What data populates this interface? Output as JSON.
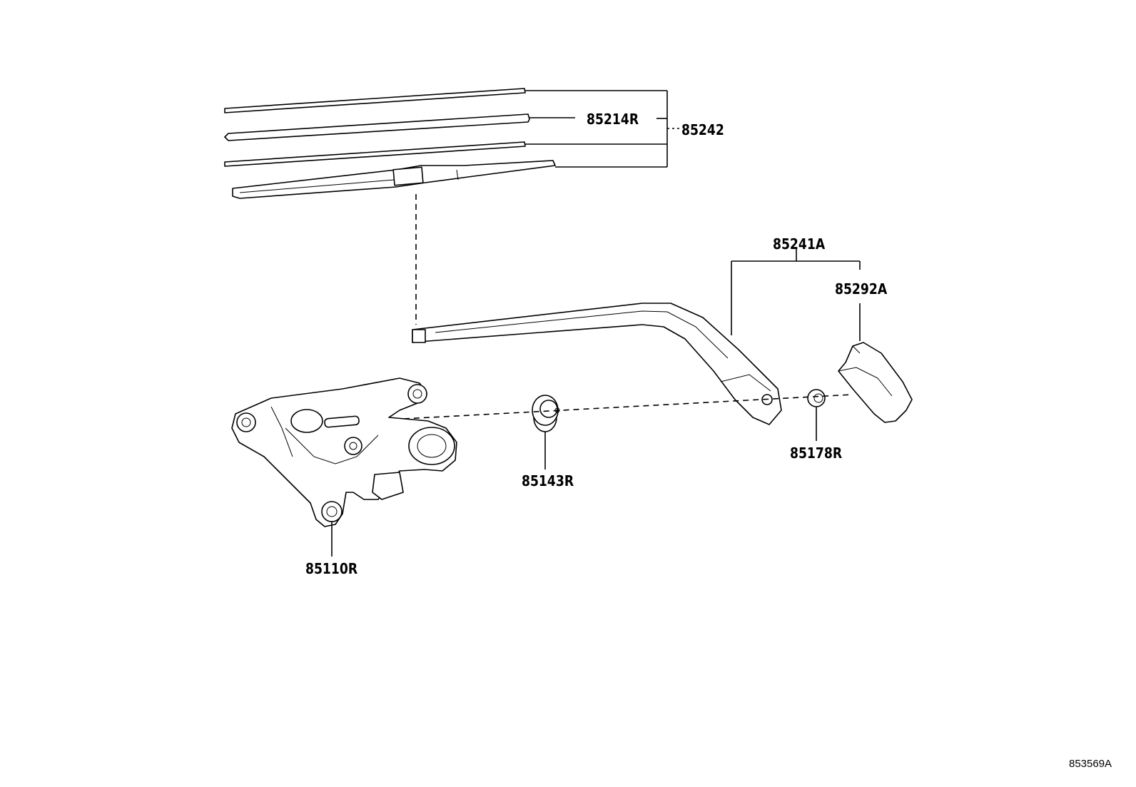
{
  "diagram": {
    "parts": [
      {
        "id": "p85242",
        "number": "85242"
      },
      {
        "id": "p85214R",
        "number": "85214R"
      },
      {
        "id": "p85241A",
        "number": "85241A"
      },
      {
        "id": "p85292A",
        "number": "85292A"
      },
      {
        "id": "p85143R",
        "number": "85143R"
      },
      {
        "id": "p85178R",
        "number": "85178R"
      },
      {
        "id": "p85110R",
        "number": "85110R"
      }
    ],
    "reference_code": "853569A"
  }
}
